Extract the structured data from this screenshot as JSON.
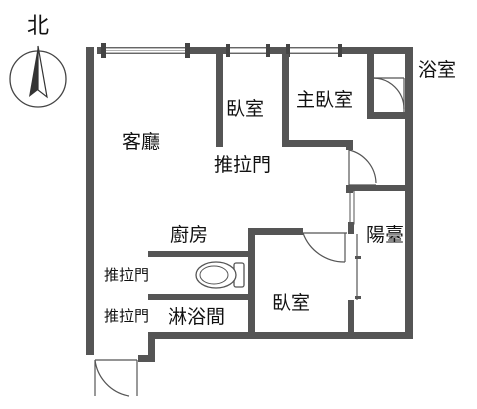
{
  "compass": {
    "north_label": "北"
  },
  "rooms": {
    "living_room": "客廳",
    "bedroom_north": "臥室",
    "master_bedroom": "主臥室",
    "bathroom": "浴室",
    "sliding_door_main": "推拉門",
    "kitchen": "廚房",
    "balcony": "陽臺",
    "sliding_door_toilet": "推拉門",
    "sliding_door_shower": "推拉門",
    "shower_room": "淋浴間",
    "bedroom_south": "臥室"
  },
  "colors": {
    "wall": "#555555",
    "text": "#111111",
    "background": "#ffffff"
  }
}
